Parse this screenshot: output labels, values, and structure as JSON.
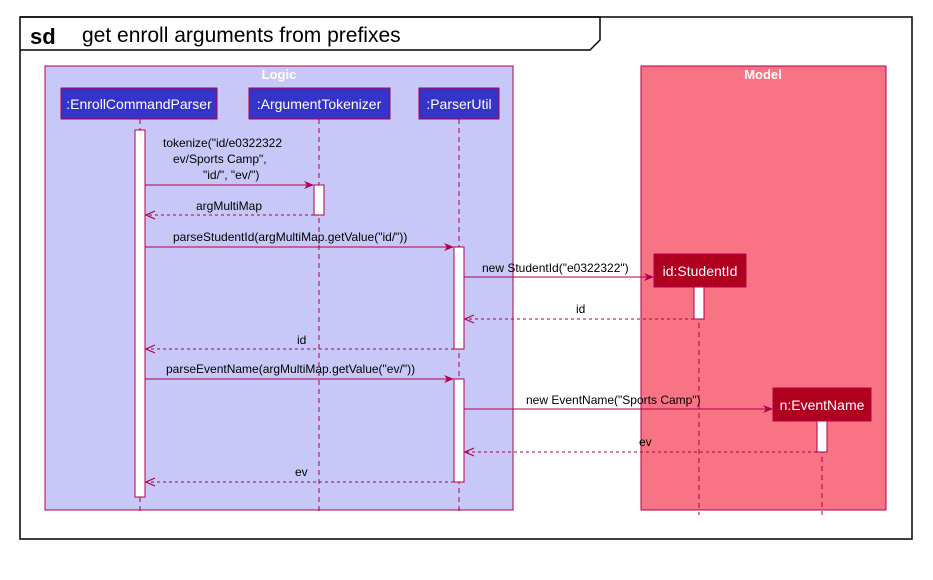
{
  "frame": {
    "keyword": "sd",
    "title": "get enroll arguments from prefixes"
  },
  "boxes": {
    "logic": "Logic",
    "model": "Model"
  },
  "participants": {
    "enroll_parser": ":EnrollCommandParser",
    "tokenizer": ":ArgumentTokenizer",
    "parser_util": ":ParserUtil",
    "student_id": "id:StudentId",
    "event_name": "n:EventName"
  },
  "messages": {
    "tokenize_line1": "tokenize(\"id/e0322322",
    "tokenize_line2": "ev/Sports Camp\",",
    "tokenize_line3": "\"id/\", \"ev/\")",
    "arg_multimap": "argMultiMap",
    "parse_student_id": "parseStudentId(argMultiMap.getValue(\"id/\"))",
    "new_student_id": "new StudentId(\"e0322322\")",
    "return_id_1": "id",
    "return_id_2": "id",
    "parse_event_name": "parseEventName(argMultiMap.getValue(\"ev/\"))",
    "new_event_name": "new EventName(\"Sports Camp\")",
    "return_ev_1": "ev",
    "return_ev_2": "ev"
  },
  "colors": {
    "logic_box": "#C8C8F8",
    "model_box": "#F87383",
    "box_border": "#B0004A",
    "participant_logic": "#3434C8",
    "participant_model": "#B00020",
    "arrow": "#B0004A",
    "text_white": "#FFFFFF"
  }
}
